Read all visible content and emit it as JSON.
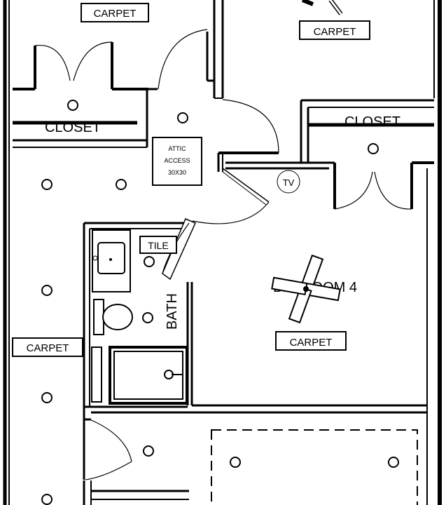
{
  "labels": {
    "carpet_top_left": "CARPET",
    "carpet_top_right": "CARPET",
    "closet_left": "CLOSET",
    "closet_right": "CLOSET",
    "attic_line1": "ATTIC",
    "attic_line2": "ACCESS",
    "attic_line3": "30X30",
    "tv": "TV",
    "tile": "TILE",
    "bath": "BATH",
    "bedroom": "BEDROOM 4",
    "carpet_bedroom": "CARPET",
    "carpet_hall": "CARPET"
  },
  "icons": {
    "ceiling_fan": "ceiling-fan-icon",
    "light": "ceiling-light-icon",
    "sink": "sink-icon",
    "toilet": "toilet-icon",
    "shower": "shower-icon"
  }
}
